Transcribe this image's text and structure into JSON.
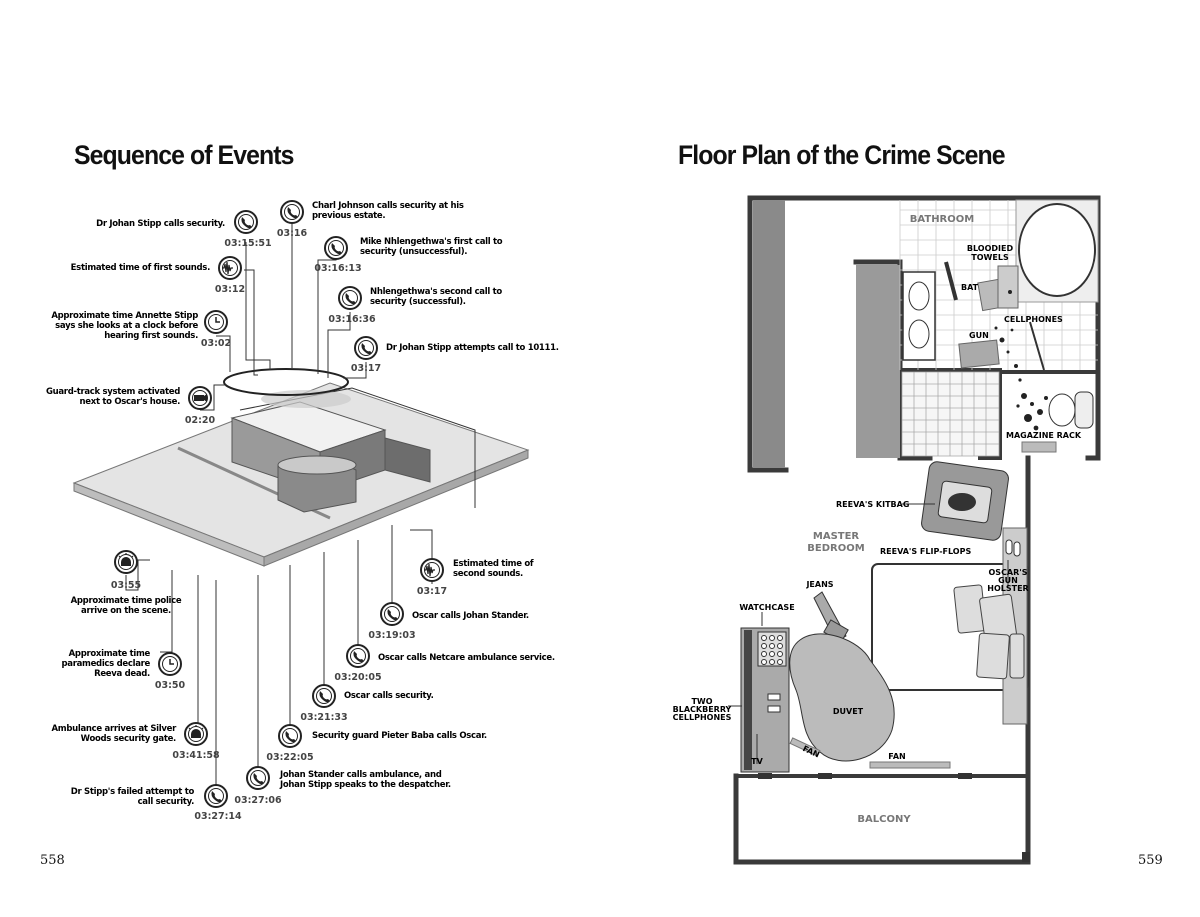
{
  "left_page": {
    "title": "Sequence of Events",
    "page_number": "558",
    "events": [
      {
        "id": "e1",
        "text": [
          "Charl Johnson calls security at his",
          "previous estate."
        ],
        "time": "03:16",
        "icon": "phone-icon"
      },
      {
        "id": "e2",
        "text": [
          "Dr Johan Stipp calls security."
        ],
        "time": "03:15:51",
        "icon": "phone-icon"
      },
      {
        "id": "e3",
        "text": [
          "Mike Nhlengethwa's first call to",
          "security (unsuccessful)."
        ],
        "time": "03:16:13",
        "icon": "phone-icon"
      },
      {
        "id": "e4",
        "text": [
          "Estimated time of first sounds."
        ],
        "time": "03:12",
        "icon": "sound-wave-icon"
      },
      {
        "id": "e5",
        "text": [
          "Nhlengethwa's second call to",
          "security (successful)."
        ],
        "time": "03:16:36",
        "icon": "phone-icon"
      },
      {
        "id": "e6",
        "text": [
          "Approximate time Annette Stipp",
          "says she looks at a clock before",
          "hearing first sounds."
        ],
        "time": "03:02",
        "icon": "clock-icon"
      },
      {
        "id": "e7",
        "text": [
          "Dr Johan Stipp attempts call to 10111."
        ],
        "time": "03:17",
        "icon": "phone-icon"
      },
      {
        "id": "e8",
        "text": [
          "Guard-track system activated",
          "next to Oscar's house."
        ],
        "time": "02:20",
        "icon": "camera-icon"
      },
      {
        "id": "e9",
        "text": [
          "Estimated time of",
          "second sounds."
        ],
        "time": "03:17",
        "icon": "sound-wave-icon"
      },
      {
        "id": "e10",
        "text": [
          "Approximate time police",
          "arrive on the scene."
        ],
        "time": "03:55",
        "icon": "siren-icon"
      },
      {
        "id": "e11",
        "text": [
          "Oscar calls Johan Stander."
        ],
        "time": "03:19:03",
        "icon": "phone-icon"
      },
      {
        "id": "e12",
        "text": [
          "Approximate time",
          "paramedics declare",
          "Reeva dead."
        ],
        "time": "03:50",
        "icon": "clock-icon"
      },
      {
        "id": "e13",
        "text": [
          "Oscar calls Netcare ambulance service."
        ],
        "time": "03:20:05",
        "icon": "phone-icon"
      },
      {
        "id": "e14",
        "text": [
          "Oscar calls security."
        ],
        "time": "03:21:33",
        "icon": "phone-icon"
      },
      {
        "id": "e15",
        "text": [
          "Ambulance arrives at Silver",
          "Woods security gate."
        ],
        "time": "03:41:58",
        "icon": "siren-icon"
      },
      {
        "id": "e16",
        "text": [
          "Security guard Pieter Baba calls Oscar."
        ],
        "time": "03:22:05",
        "icon": "phone-icon"
      },
      {
        "id": "e17",
        "text": [
          "Johan Stander calls ambulance, and",
          "Johan Stipp speaks to the despatcher."
        ],
        "time": "03:27:06",
        "icon": "phone-icon"
      },
      {
        "id": "e18",
        "text": [
          "Dr Stipp's failed attempt to",
          "call security."
        ],
        "time": "03:27:14",
        "icon": "phone-icon"
      }
    ]
  },
  "right_page": {
    "title": "Floor Plan of the Crime Scene",
    "page_number": "559",
    "labels": {
      "bathroom": "BATHROOM",
      "bloodied_towels": [
        "BLOODIED",
        "TOWELS"
      ],
      "bat": "BAT",
      "cellphones": "CELLPHONES",
      "gun": "GUN",
      "magazine_rack": "MAGAZINE RACK",
      "kitbag": "REEVA'S KITBAG",
      "master_bedroom": [
        "MASTER",
        "BEDROOM"
      ],
      "flip_flops": "REEVA'S FLIP-FLOPS",
      "gun_holster": [
        "OSCAR'S",
        "GUN",
        "HOLSTER"
      ],
      "jeans": "JEANS",
      "watchcase": "WATCHCASE",
      "blackberry": [
        "TWO",
        "BLACKBERRY",
        "CELLPHONES"
      ],
      "duvet": "DUVET",
      "fan1": "FAN",
      "fan2": "FAN",
      "tv": "TV",
      "balcony": "BALCONY"
    }
  }
}
